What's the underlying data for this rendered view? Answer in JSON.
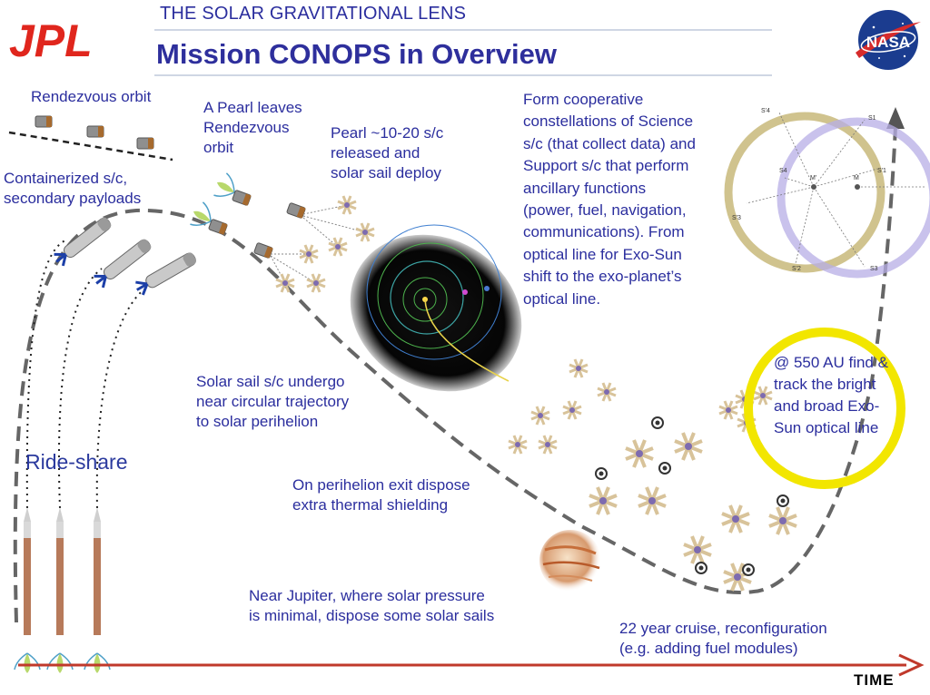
{
  "header": {
    "logo_left": "JPL",
    "subtitle": "THE SOLAR GRAVITATIONAL LENS",
    "title": "Mission CONOPS in Overview",
    "logo_right": "NASA"
  },
  "labels": {
    "rendezvous": "Rendezvous orbit",
    "containerized": [
      "Containerized s/c,",
      "secondary payloads"
    ],
    "pearl_leaves": [
      "A Pearl leaves",
      "Rendezvous",
      "orbit"
    ],
    "pearl_released": [
      "Pearl ~10-20 s/c",
      "released and",
      "solar sail deploy"
    ],
    "constellations": [
      "Form cooperative",
      "constellations of Science",
      "s/c (that collect data) and",
      "Support s/c that perform",
      "ancillary functions",
      "(power, fuel, navigation,",
      "communications). From",
      "optical line for Exo-Sun",
      "shift to the exo-planet’s",
      "optical line."
    ],
    "solar_sail": [
      "Solar sail s/c undergo",
      "near circular trajectory",
      "to solar perihelion"
    ],
    "perihelion_exit": [
      "On perihelion exit dispose",
      "extra thermal shielding"
    ],
    "jupiter": [
      "Near Jupiter, where solar pressure",
      "is minimal, dispose some solar sails"
    ],
    "cruise": [
      "22 year cruise, reconfiguration",
      "(e.g. adding fuel modules)"
    ],
    "au550": [
      "@ 550 AU find &",
      "track the bright",
      "and broad Exo-",
      "Sun optical line"
    ],
    "ride_share": "Ride-share",
    "time": "TIME"
  },
  "constellation_diagram": {
    "labels": [
      "S'4",
      "S1",
      "S4",
      "M'",
      "M",
      "S'1",
      "S'3",
      "S'2",
      "S3"
    ]
  },
  "colors": {
    "text_blue": "#2b2e9e",
    "jpl_red": "#e0261d",
    "time_arrow": "#c0392b",
    "trajectory": "#666666",
    "ring_gold": "#c8b97a",
    "ring_violet": "#b7aee6",
    "yellow_ring": "#f2e600"
  }
}
